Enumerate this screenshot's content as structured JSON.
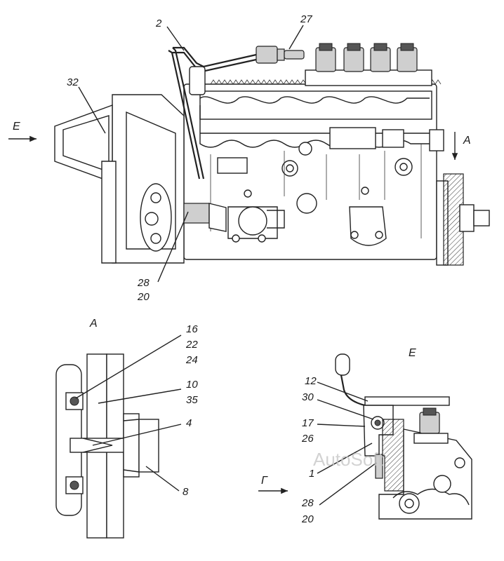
{
  "main_view": {
    "labels": {
      "n2": "2",
      "n27": "27",
      "n32": "32",
      "n28": "28",
      "n20": "20"
    },
    "view_arrow_e": "E",
    "view_arrow_a": "A"
  },
  "detail_a": {
    "title": "A",
    "labels": {
      "n16": "16",
      "n22": "22",
      "n24": "24",
      "n10": "10",
      "n35": "35",
      "n4": "4",
      "n8": "8"
    }
  },
  "detail_e": {
    "title": "E",
    "labels": {
      "n12": "12",
      "n30": "30",
      "n17": "17",
      "n26": "26",
      "n1": "1",
      "n28": "28",
      "n20": "20"
    },
    "view_arrow_g": "Г"
  },
  "watermark": "AutoSoft"
}
